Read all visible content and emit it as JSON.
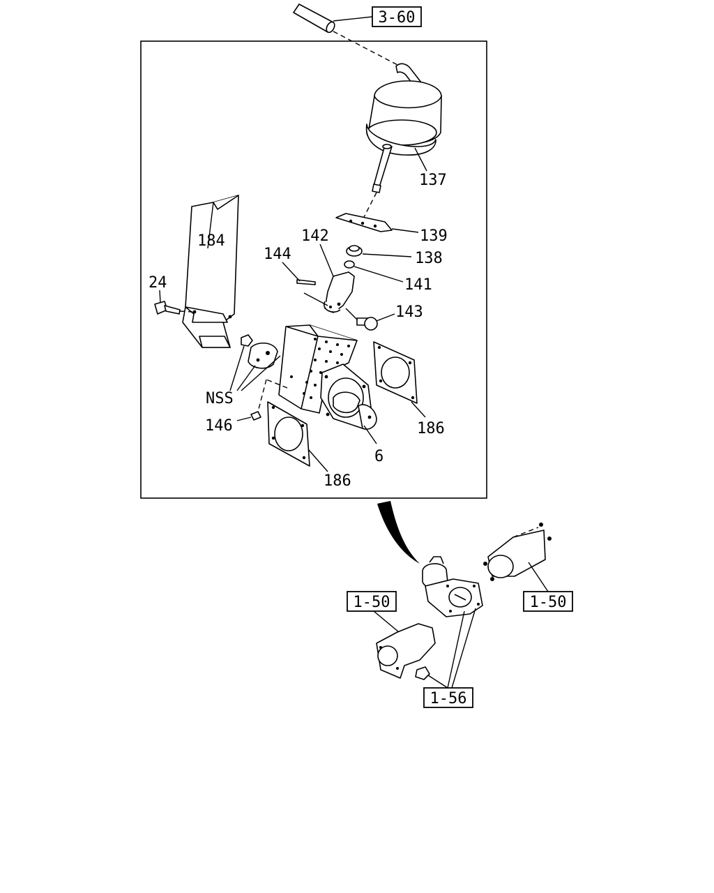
{
  "labels": {
    "ref_3_60": "3-60",
    "p137": "137",
    "p139": "139",
    "p138": "138",
    "p141": "141",
    "p142": "142",
    "p143": "143",
    "p144": "144",
    "p184": "184",
    "p24": "24",
    "nss": "NSS",
    "p146": "146",
    "p186_right": "186",
    "p6": "6",
    "p186_bottom": "186",
    "ref_1_50_left": "1-50",
    "ref_1_50_right": "1-50",
    "ref_1_56": "1-56"
  }
}
